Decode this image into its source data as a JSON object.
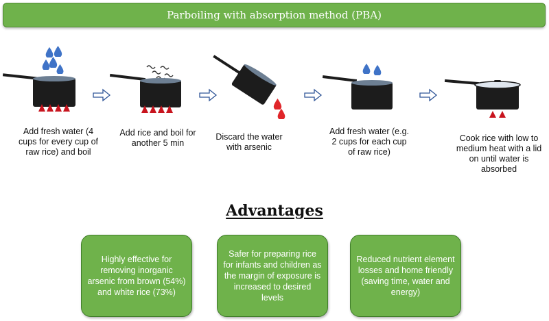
{
  "title": "Parboiling with absorption method (PBA)",
  "steps": [
    {
      "label": "Add fresh water (4 cups for every cup of raw rice) and boil"
    },
    {
      "label": "Add rice and boil for another 5 min"
    },
    {
      "label": "Discard the water with arsenic"
    },
    {
      "label": "Add fresh water (e.g. 2 cups for each cup of raw rice)"
    },
    {
      "label": "Cook rice with low to medium heat with a lid on until water is absorbed"
    }
  ],
  "advantages": {
    "heading": "Advantages",
    "items": [
      {
        "text": "Highly effective for removing inorganic arsenic from brown (54%) and white rice (73%)"
      },
      {
        "text": "Safer for preparing rice for infants and children as the margin of exposure is increased to desired levels"
      },
      {
        "text": "Reduced nutrient element losses and home friendly (saving time, water and energy)"
      }
    ]
  },
  "colors": {
    "accent_green": "#6fb24b",
    "pot": "#1c1c1c",
    "water_drop": "#3f73c7",
    "arsenic_drop": "#e0262a",
    "flame": "#c8141e",
    "arrow": "#2f5597"
  }
}
